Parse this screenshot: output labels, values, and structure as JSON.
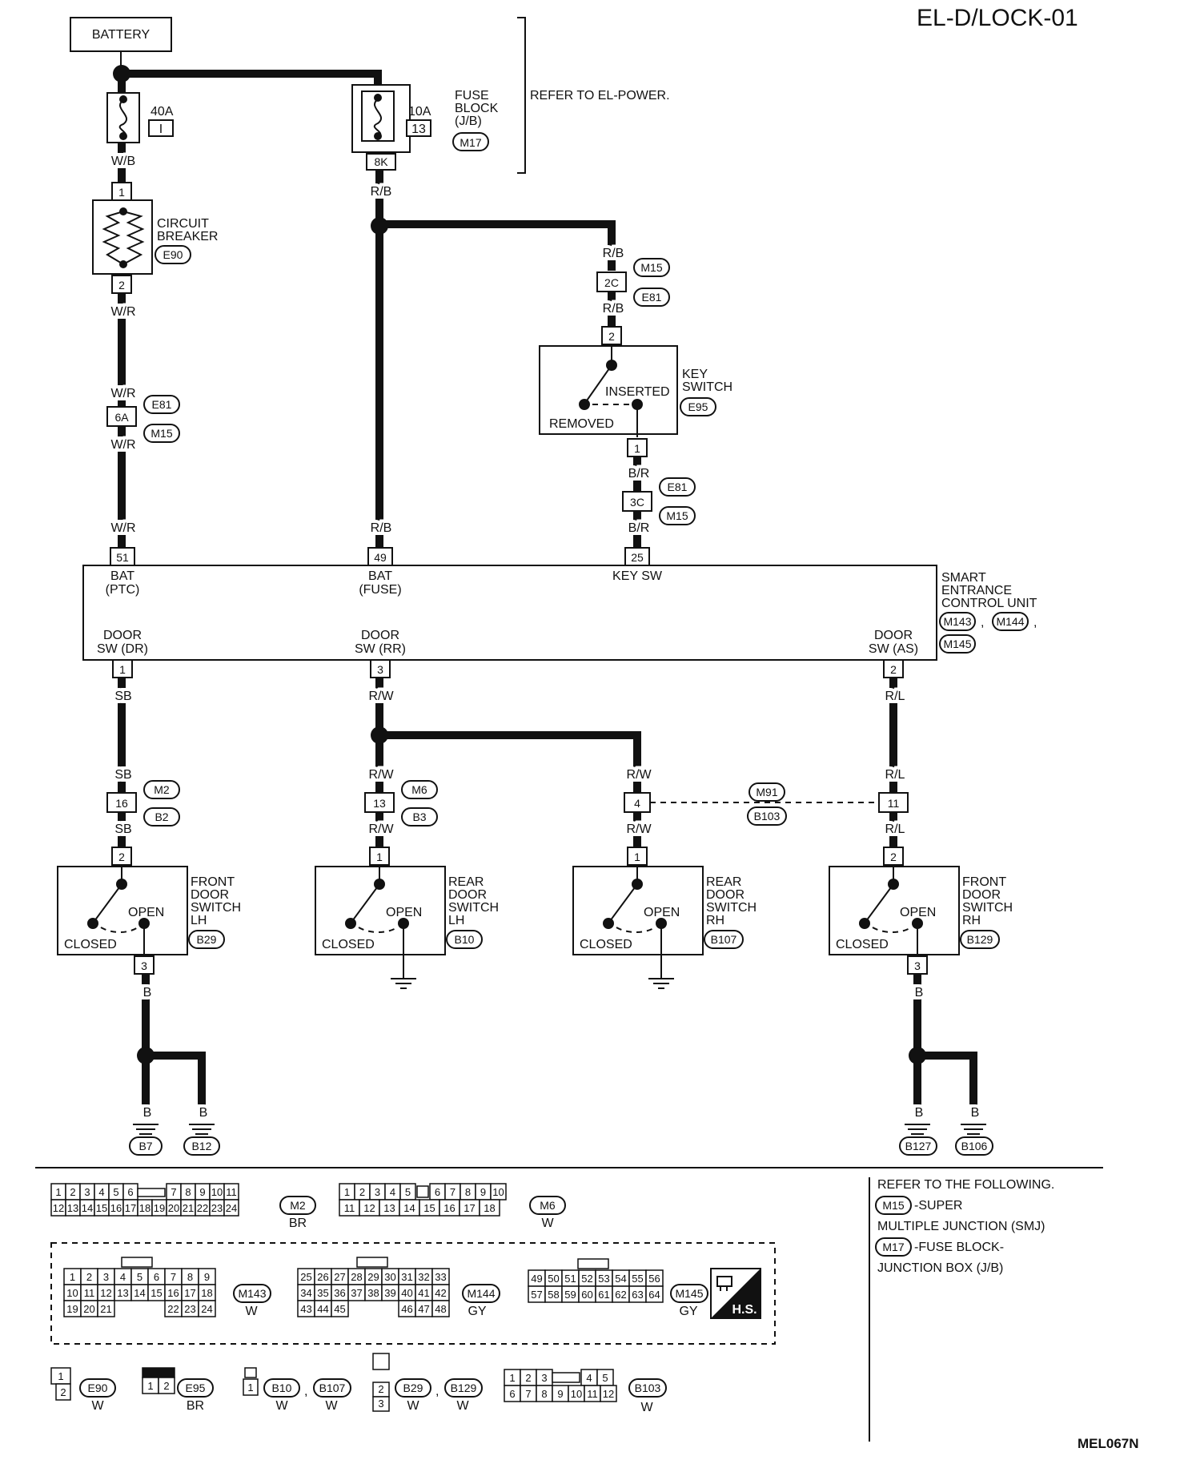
{
  "title": "EL-D/LOCK-01",
  "figure_code": "MEL067N",
  "battery": "BATTERY",
  "fuse_40a": {
    "rating": "40A",
    "no": "I"
  },
  "fuse_10a": {
    "rating": "10A",
    "no": "13"
  },
  "fuse_block": {
    "l1": "FUSE",
    "l2": "BLOCK",
    "l3": "(J/B)",
    "conn": "M17",
    "pin": "8K"
  },
  "refer_power": "REFER TO EL-POWER.",
  "circuit_breaker": {
    "l1": "CIRCUIT",
    "l2": "BREAKER",
    "conn": "E90",
    "pin_top": "1",
    "pin_bot": "2"
  },
  "key_switch": {
    "l1": "KEY",
    "l2": "SWITCH",
    "conn": "E95",
    "inserted": "INSERTED",
    "removed": "REMOVED",
    "pin_top": "2",
    "pin_bot": "1"
  },
  "wires": {
    "wb": "W/B",
    "wr": "W/R",
    "rb": "R/B",
    "br": "B/R",
    "sb": "SB",
    "rw": "R/W",
    "rl": "R/L",
    "b": "B"
  },
  "junctions": {
    "e81": "E81",
    "m15": "M15",
    "j2c": "2C",
    "j6a": "6A",
    "j3c": "3C",
    "m2": "M2",
    "b2": "B2",
    "j16": "16",
    "m6": "M6",
    "b3": "B3",
    "j13": "13",
    "m91": "M91",
    "b103": "B103",
    "j4": "4",
    "j11": "11"
  },
  "secu": {
    "l1": "SMART",
    "l2": "ENTRANCE",
    "l3": "CONTROL UNIT",
    "conns": [
      "M143",
      "M144",
      "M145"
    ],
    "comma": ",",
    "pins_top": [
      {
        "pin": "51",
        "n1": "BAT",
        "n2": "(PTC)"
      },
      {
        "pin": "49",
        "n1": "BAT",
        "n2": "(FUSE)"
      },
      {
        "pin": "25",
        "n1": "KEY SW",
        "n2": ""
      }
    ],
    "pins_bot": [
      {
        "pin": "1",
        "n1": "DOOR",
        "n2": "SW (DR)"
      },
      {
        "pin": "3",
        "n1": "DOOR",
        "n2": "SW (RR)"
      },
      {
        "pin": "2",
        "n1": "DOOR",
        "n2": "SW (AS)"
      }
    ]
  },
  "door_switches": [
    {
      "l1": "FRONT",
      "l2": "DOOR",
      "l3": "SWITCH",
      "l4": "LH",
      "conn": "B29",
      "pin_top": "2",
      "pin_bot": "3"
    },
    {
      "l1": "REAR",
      "l2": "DOOR",
      "l3": "SWITCH",
      "l4": "LH",
      "conn": "B10",
      "pin_top": "1",
      "pin_bot": ""
    },
    {
      "l1": "REAR",
      "l2": "DOOR",
      "l3": "SWITCH",
      "l4": "RH",
      "conn": "B107",
      "pin_top": "1",
      "pin_bot": ""
    },
    {
      "l1": "FRONT",
      "l2": "DOOR",
      "l3": "SWITCH",
      "l4": "RH",
      "conn": "B129",
      "pin_top": "2",
      "pin_bot": "3"
    }
  ],
  "switch_states": {
    "open": "OPEN",
    "closed": "CLOSED"
  },
  "grounds": [
    "B7",
    "B12",
    "B127",
    "B106"
  ],
  "connectors": {
    "m2": {
      "code": "M2",
      "color": "BR",
      "row1": [
        "1",
        "2",
        "3",
        "4",
        "5",
        "6",
        "7",
        "8",
        "9",
        "10",
        "11"
      ],
      "row2": [
        "12",
        "13",
        "14",
        "15",
        "16",
        "17",
        "18",
        "19",
        "20",
        "21",
        "22",
        "23",
        "24"
      ]
    },
    "m6": {
      "code": "M6",
      "color": "W",
      "row1": [
        "1",
        "2",
        "3",
        "4",
        "5",
        "6",
        "7",
        "8",
        "9",
        "10"
      ],
      "row2": [
        "11",
        "12",
        "13",
        "14",
        "15",
        "16",
        "17",
        "18"
      ]
    },
    "m143": {
      "code": "M143",
      "color": "W",
      "row1": [
        "1",
        "2",
        "3",
        "4",
        "5",
        "6",
        "7",
        "8",
        "9"
      ],
      "row2": [
        "10",
        "11",
        "12",
        "13",
        "14",
        "15",
        "16",
        "17",
        "18"
      ],
      "row3": [
        "19",
        "20",
        "21",
        "22",
        "23",
        "24"
      ]
    },
    "m144": {
      "code": "M144",
      "color": "GY",
      "row1": [
        "25",
        "26",
        "27",
        "28",
        "29",
        "30",
        "31",
        "32",
        "33"
      ],
      "row2": [
        "34",
        "35",
        "36",
        "37",
        "38",
        "39",
        "40",
        "41",
        "42"
      ],
      "row3": [
        "43",
        "44",
        "45",
        "46",
        "47",
        "48"
      ]
    },
    "m145": {
      "code": "M145",
      "color": "GY",
      "row1": [
        "49",
        "50",
        "51",
        "52",
        "53",
        "54",
        "55",
        "56"
      ],
      "row2": [
        "57",
        "58",
        "59",
        "60",
        "61",
        "62",
        "63",
        "64"
      ]
    },
    "hs": "H.S.",
    "e90": {
      "code": "E90",
      "color": "W",
      "pins": [
        "1",
        "2"
      ]
    },
    "e95": {
      "code": "E95",
      "color": "BR",
      "pins": [
        "1",
        "2"
      ]
    },
    "b10": {
      "codes": [
        "B10",
        "B107"
      ],
      "colors": [
        "W",
        "W"
      ],
      "pins": [
        "1"
      ]
    },
    "b29": {
      "codes": [
        "B29",
        "B129"
      ],
      "colors": [
        "W",
        "W"
      ],
      "pins": [
        "2",
        "3"
      ]
    },
    "b103": {
      "code": "B103",
      "color": "W",
      "row1": [
        "1",
        "2",
        "3",
        "4",
        "5"
      ],
      "row2": [
        "6",
        "7",
        "8",
        "9",
        "10",
        "11",
        "12"
      ]
    }
  },
  "legend": {
    "l1": "REFER TO THE FOLLOWING.",
    "c1": "M15",
    "d1a": "-SUPER",
    "d1b": "MULTIPLE JUNCTION (SMJ)",
    "c2": "M17",
    "d2a": "-FUSE BLOCK-",
    "d2b": "JUNCTION BOX (J/B)"
  }
}
